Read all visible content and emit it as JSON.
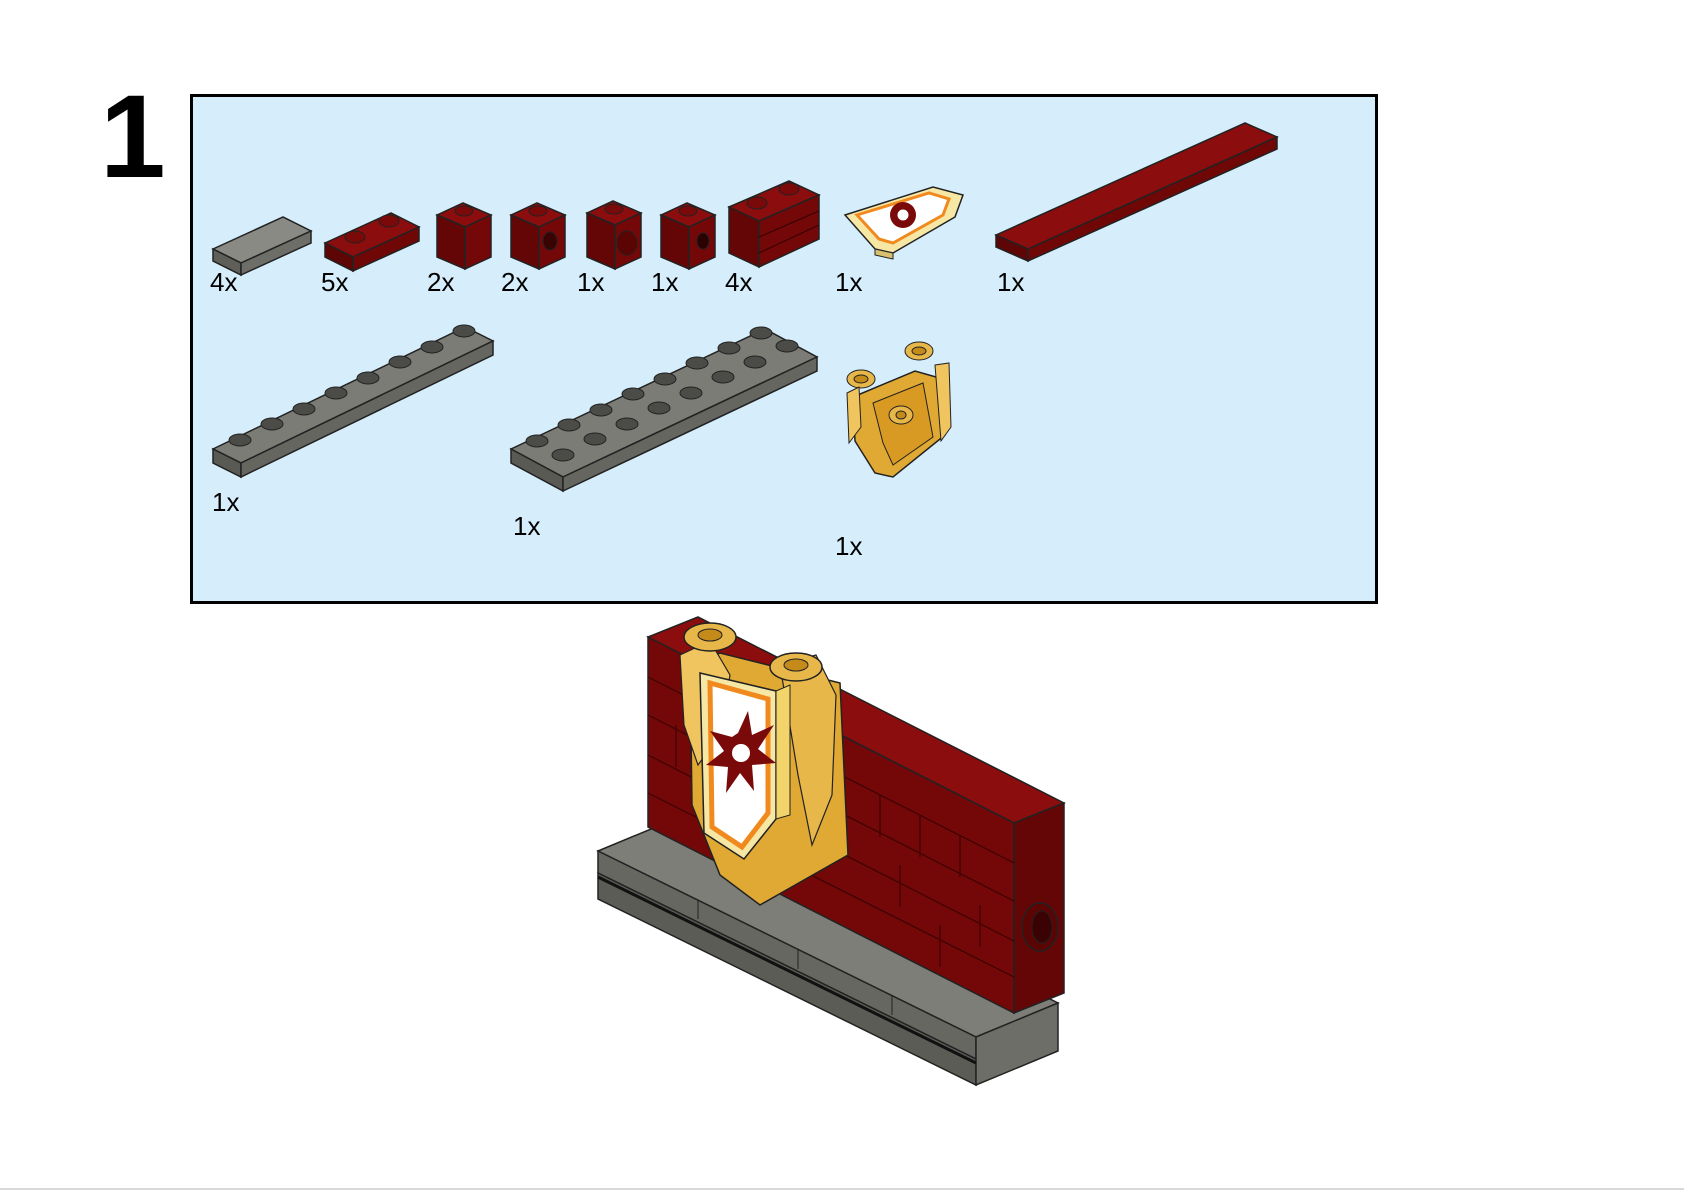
{
  "step": {
    "number": "1"
  },
  "parts": [
    {
      "name": "tile-1x2-dark-gray",
      "qty": "4x"
    },
    {
      "name": "plate-1x2-dark-red",
      "qty": "5x"
    },
    {
      "name": "brick-1x1-dark-red",
      "qty": "2x"
    },
    {
      "name": "brick-1x1-side-stud-dark-red",
      "qty": "2x"
    },
    {
      "name": "brick-1x1-headlight-dark-red",
      "qty": "1x"
    },
    {
      "name": "brick-1x1-hole-dark-red",
      "qty": "1x"
    },
    {
      "name": "brick-1x2-masonry-dark-red",
      "qty": "4x"
    },
    {
      "name": "nexo-shield-tile-printed",
      "qty": "1x"
    },
    {
      "name": "tile-1x12-dark-red",
      "qty": "1x"
    },
    {
      "name": "plate-1x8-dark-gray",
      "qty": "1x"
    },
    {
      "name": "plate-2x8-dark-gray",
      "qty": "1x"
    },
    {
      "name": "shield-holder-pearl-gold",
      "qty": "1x"
    }
  ],
  "colors": {
    "panel_bg": "#d6eefb",
    "dark_red": "#7a0a0a",
    "dark_gray": "#6b6b66",
    "pearl_gold": "#e0a934",
    "shield_orange": "#f08a1e"
  }
}
